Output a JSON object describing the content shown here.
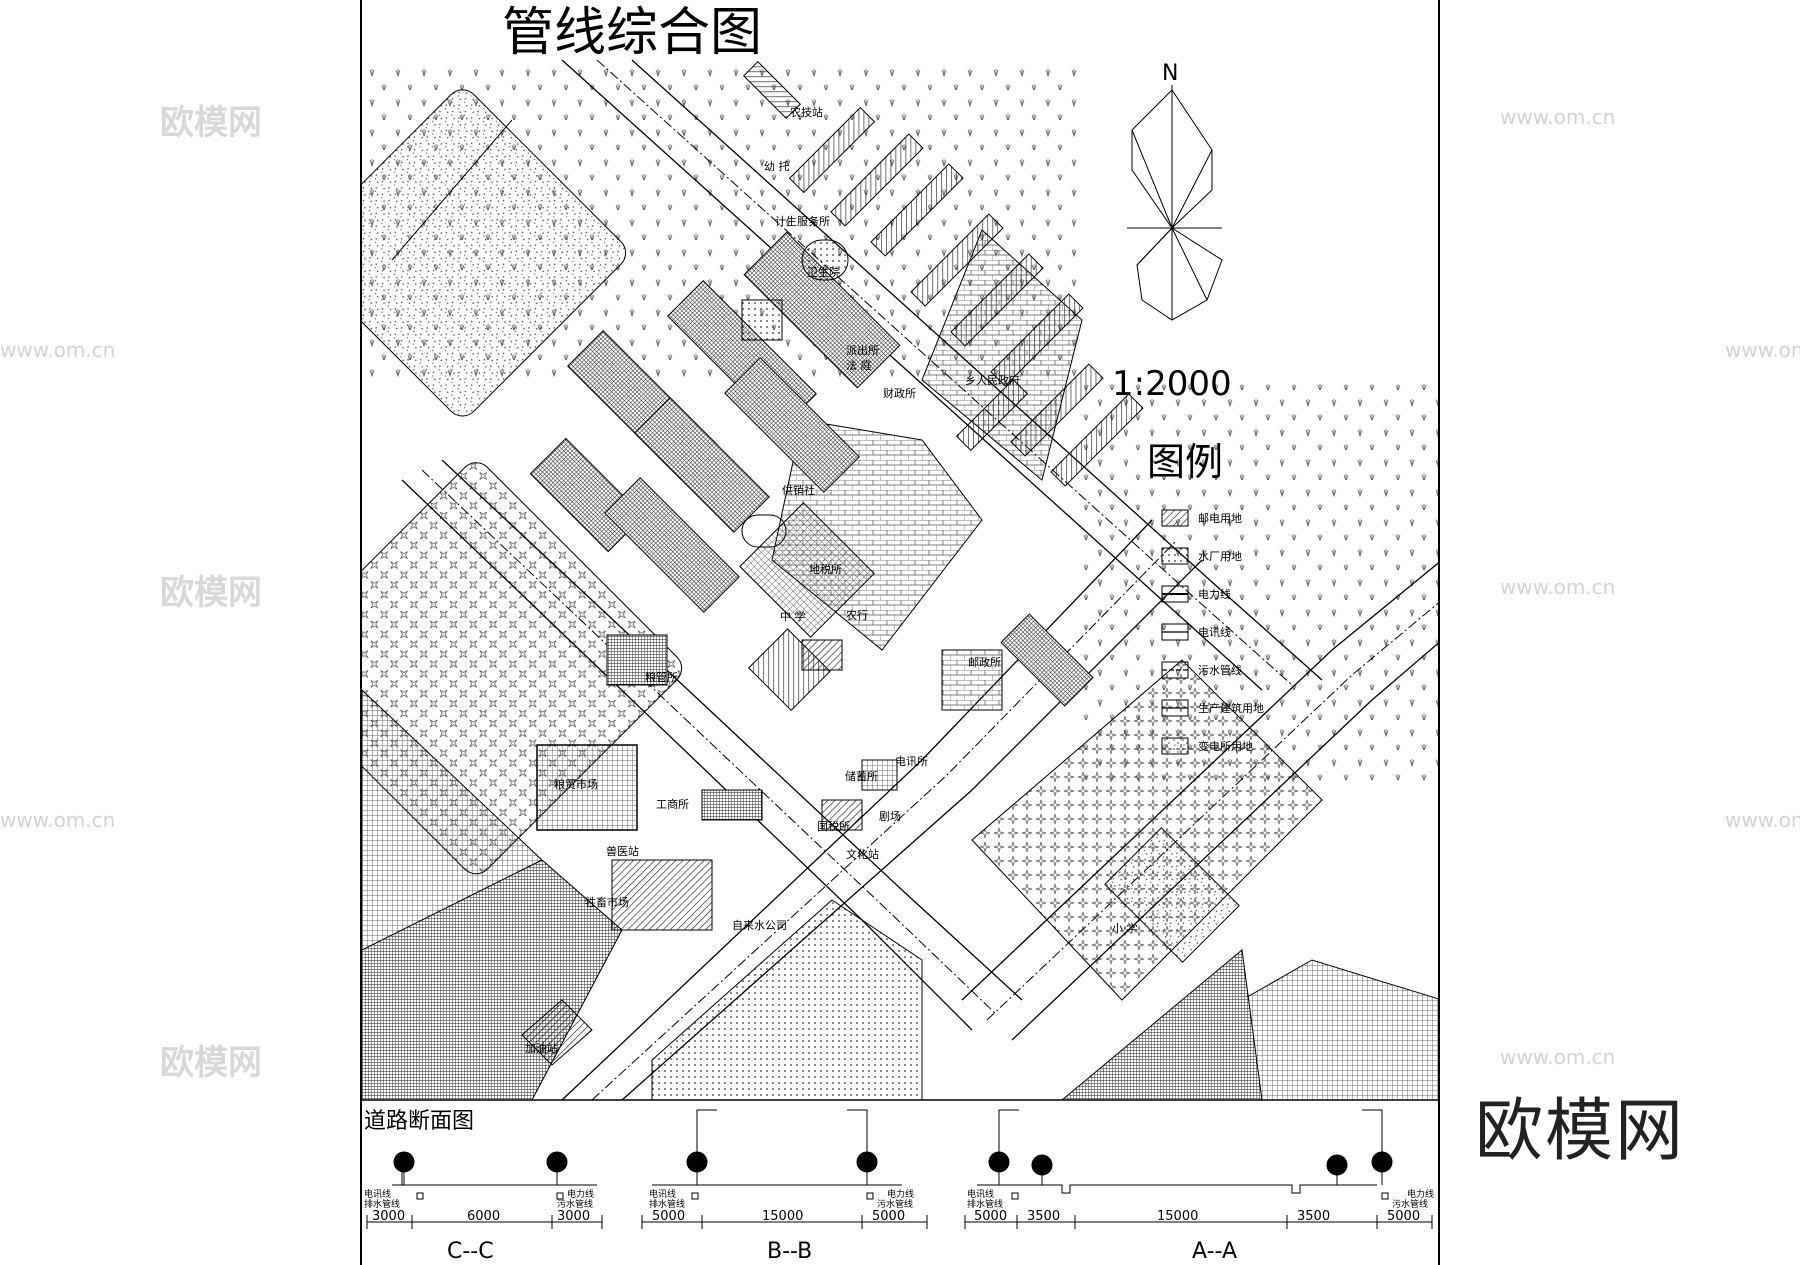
{
  "title": "管线综合图",
  "scale": "1:2000",
  "north": "N",
  "legend": {
    "heading": "图例",
    "items": [
      {
        "key": "post",
        "label": "邮电用地"
      },
      {
        "key": "water",
        "label": "水厂用地"
      },
      {
        "key": "power",
        "label": "电力线"
      },
      {
        "key": "telecom",
        "label": "电讯线"
      },
      {
        "key": "sewer",
        "label": "污水管线"
      },
      {
        "key": "industry",
        "label": "生产建筑用地"
      },
      {
        "key": "substation",
        "label": "变电所用地"
      }
    ]
  },
  "places": {
    "nongjizhan": "农技站",
    "youtuo": "幼  托",
    "jisheng": "计生服务所",
    "weishengyuan": "卫生院",
    "paichusuo": "派出所",
    "fating": "法  庭",
    "zhengfu": "乡人民政府",
    "caizheng": "财政所",
    "gongxiao": "供销社",
    "dishui": "地税所",
    "zhongxue": "中  学",
    "nonghang": "农行",
    "liangguan": "粮管所",
    "youzheng": "邮政所",
    "dianxun": "电讯所",
    "liangmao": "粮贸市场",
    "gongshang": "工商所",
    "shouyi": "兽医站",
    "chuxu": "储蓄所",
    "guoshui": "国税所",
    "juchang": "剧场",
    "wenhua": "文化站",
    "shengchu": "牲畜市场",
    "zilaishui": "自来水公司",
    "xiaoxue": "小  学",
    "jiayou": "加油站"
  },
  "sections": {
    "heading": "道路断面图",
    "line_labels": {
      "telecom": "电讯线",
      "drain": "排水管线",
      "power": "电力线",
      "sewer": "污水管线"
    },
    "cc": {
      "name": "C--C",
      "dims": [
        "3000",
        "6000",
        "3000"
      ]
    },
    "bb": {
      "name": "B--B",
      "dims": [
        "5000",
        "15000",
        "5000"
      ]
    },
    "aa": {
      "name": "A--A",
      "dims": [
        "5000",
        "3500",
        "15000",
        "3500",
        "5000"
      ]
    }
  },
  "watermark": {
    "brand": "欧模网",
    "url": "www.om.cn"
  }
}
